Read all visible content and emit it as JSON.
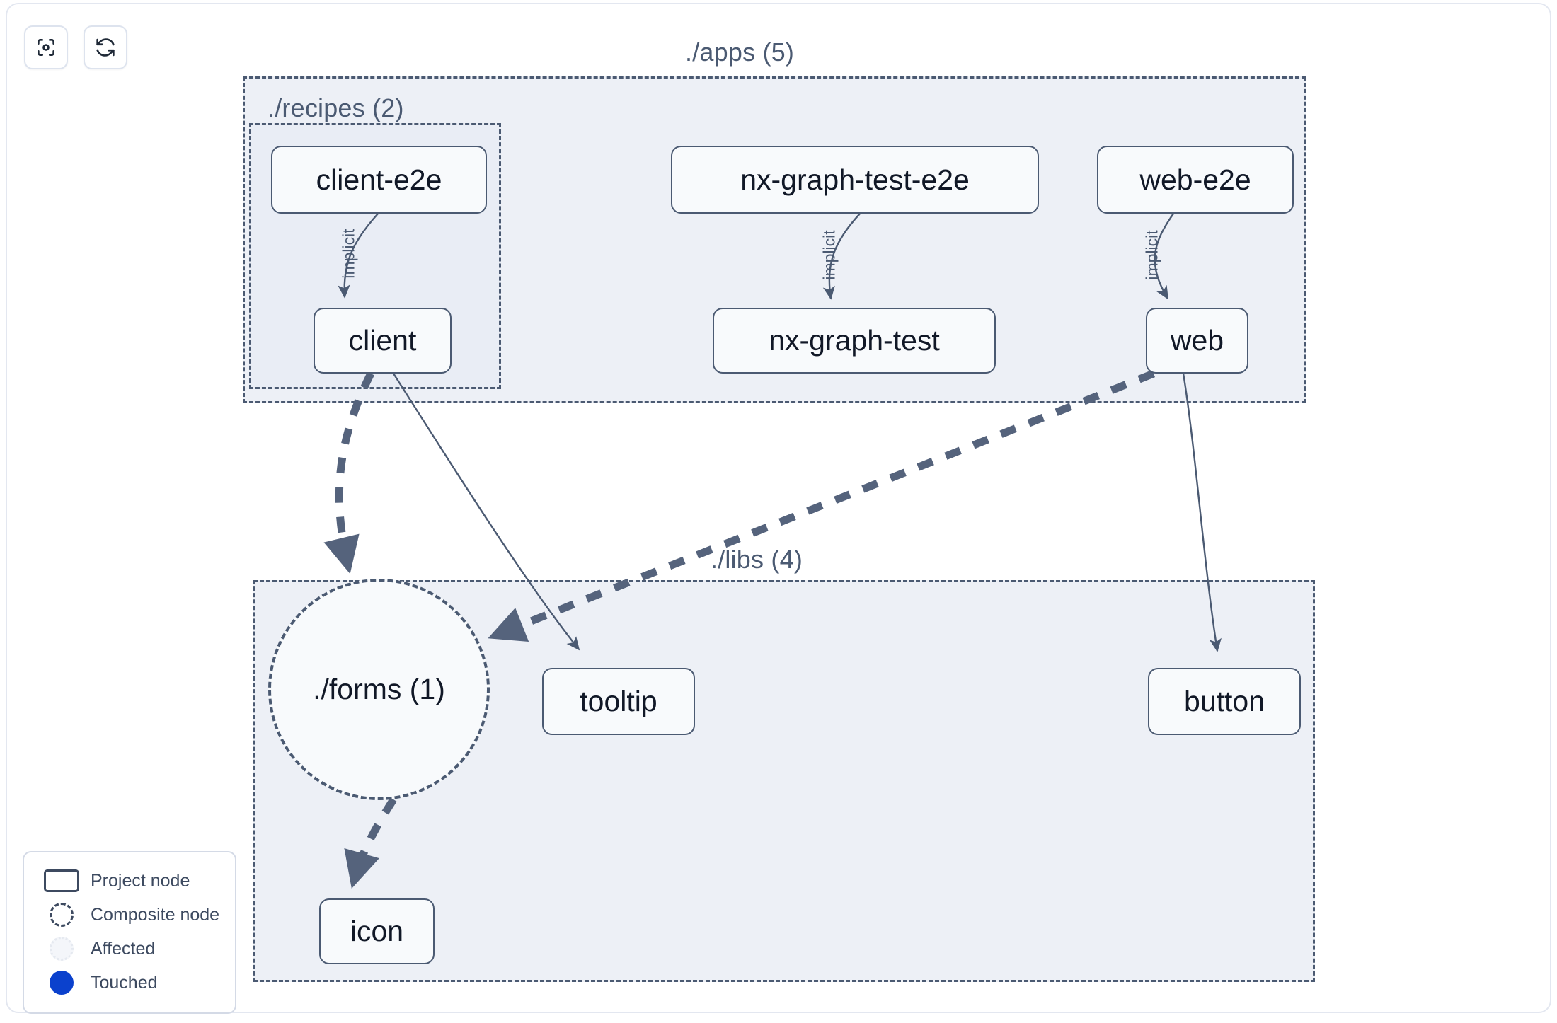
{
  "toolbar": {
    "buttons": [
      {
        "name": "focus-graph-button",
        "icon": "focus-target-icon",
        "title": "Focus graph"
      },
      {
        "name": "refresh-graph-button",
        "icon": "refresh-icon",
        "title": "Refresh graph"
      }
    ]
  },
  "graph": {
    "groups": [
      {
        "id": "apps",
        "label": "./apps (5)"
      },
      {
        "id": "recipes",
        "label": "./recipes (2)"
      },
      {
        "id": "libs",
        "label": "./libs (4)"
      }
    ],
    "nodes": [
      {
        "id": "client-e2e",
        "label": "client-e2e",
        "type": "project",
        "group": "recipes"
      },
      {
        "id": "client",
        "label": "client",
        "type": "project",
        "group": "recipes"
      },
      {
        "id": "nx-graph-test-e2e",
        "label": "nx-graph-test-e2e",
        "type": "project",
        "group": "apps"
      },
      {
        "id": "nx-graph-test",
        "label": "nx-graph-test",
        "type": "project",
        "group": "apps"
      },
      {
        "id": "web-e2e",
        "label": "web-e2e",
        "type": "project",
        "group": "apps"
      },
      {
        "id": "web",
        "label": "web",
        "type": "project",
        "group": "apps"
      },
      {
        "id": "forms",
        "label": "./forms (1)",
        "type": "composite",
        "group": "libs"
      },
      {
        "id": "tooltip",
        "label": "tooltip",
        "type": "project",
        "group": "libs"
      },
      {
        "id": "button",
        "label": "button",
        "type": "project",
        "group": "libs"
      },
      {
        "id": "icon",
        "label": "icon",
        "type": "project",
        "group": "libs"
      }
    ],
    "edges": [
      {
        "from": "client-e2e",
        "to": "client",
        "label": "implicit",
        "style": "solid"
      },
      {
        "from": "nx-graph-test-e2e",
        "to": "nx-graph-test",
        "label": "implicit",
        "style": "solid"
      },
      {
        "from": "web-e2e",
        "to": "web",
        "label": "implicit",
        "style": "solid"
      },
      {
        "from": "client",
        "to": "forms",
        "label": "",
        "style": "dashed"
      },
      {
        "from": "client",
        "to": "tooltip",
        "label": "",
        "style": "solid"
      },
      {
        "from": "web",
        "to": "forms",
        "label": "",
        "style": "dashed"
      },
      {
        "from": "web",
        "to": "button",
        "label": "",
        "style": "solid"
      },
      {
        "from": "forms",
        "to": "icon",
        "label": "",
        "style": "dashed"
      }
    ],
    "edge_labels": {
      "client_implicit": "implicit",
      "nxgraph_implicit": "implicit",
      "web_implicit": "implicit"
    }
  },
  "legend": {
    "items": [
      {
        "swatch": "project-node-swatch",
        "label": "Project node"
      },
      {
        "swatch": "composite-node-swatch",
        "label": "Composite node"
      },
      {
        "swatch": "affected-swatch",
        "label": "Affected"
      },
      {
        "swatch": "touched-swatch",
        "label": "Touched"
      }
    ]
  },
  "colors": {
    "node_border": "#4b5a72",
    "group_fill": "#edf0f6",
    "group_border": "#4b5a72",
    "edge": "#4b5a72",
    "touched": "#0b41cd",
    "text": "#111827"
  }
}
